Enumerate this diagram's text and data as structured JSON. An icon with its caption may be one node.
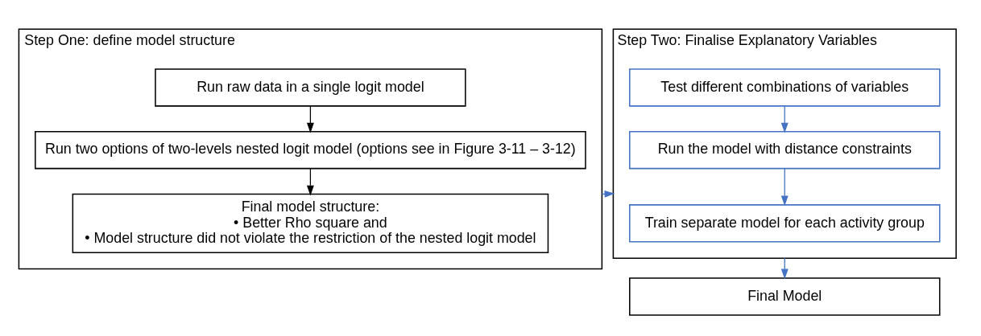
{
  "diagram": {
    "nodes": [
      {
        "text": [
          "Step One: define model structure"
        ]
      },
      {
        "text": [
          "Run raw data in a single logit model"
        ],
        "in": 0
      },
      {
        "text": [
          "Run two options of two-levels nested logit model (options see in Figure 3-11 – 3-12)"
        ],
        "in": 0
      },
      {
        "text": [
          "Final model structure:",
          "• Better Rho square and",
          "• Model structure did not violate the restriction of the nested logit model"
        ],
        "in": 0
      },
      {
        "text": [
          "Step Two: Finalise Explanatory Variables"
        ]
      },
      {
        "text": [
          "Test different combinations of variables"
        ],
        "in": 4
      },
      {
        "text": [
          "Run the model with distance constraints"
        ],
        "in": 4
      },
      {
        "text": [
          "Train separate model for each activity group"
        ],
        "in": 4
      },
      {
        "text": [
          "Final Model"
        ]
      }
    ],
    "edges": [
      {
        "from": 1,
        "to": 2,
        "arrow": "to",
        "color": "#000000"
      },
      {
        "from": 2,
        "to": 3,
        "arrow": "to",
        "color": "#000000"
      },
      {
        "from": 0,
        "to": 4,
        "arrow": "to"
      },
      {
        "from": 5,
        "to": 6,
        "arrow": "to"
      },
      {
        "from": 6,
        "to": 7,
        "arrow": "to"
      },
      {
        "from": 4,
        "to": 8,
        "arrow": "to"
      }
    ]
  }
}
